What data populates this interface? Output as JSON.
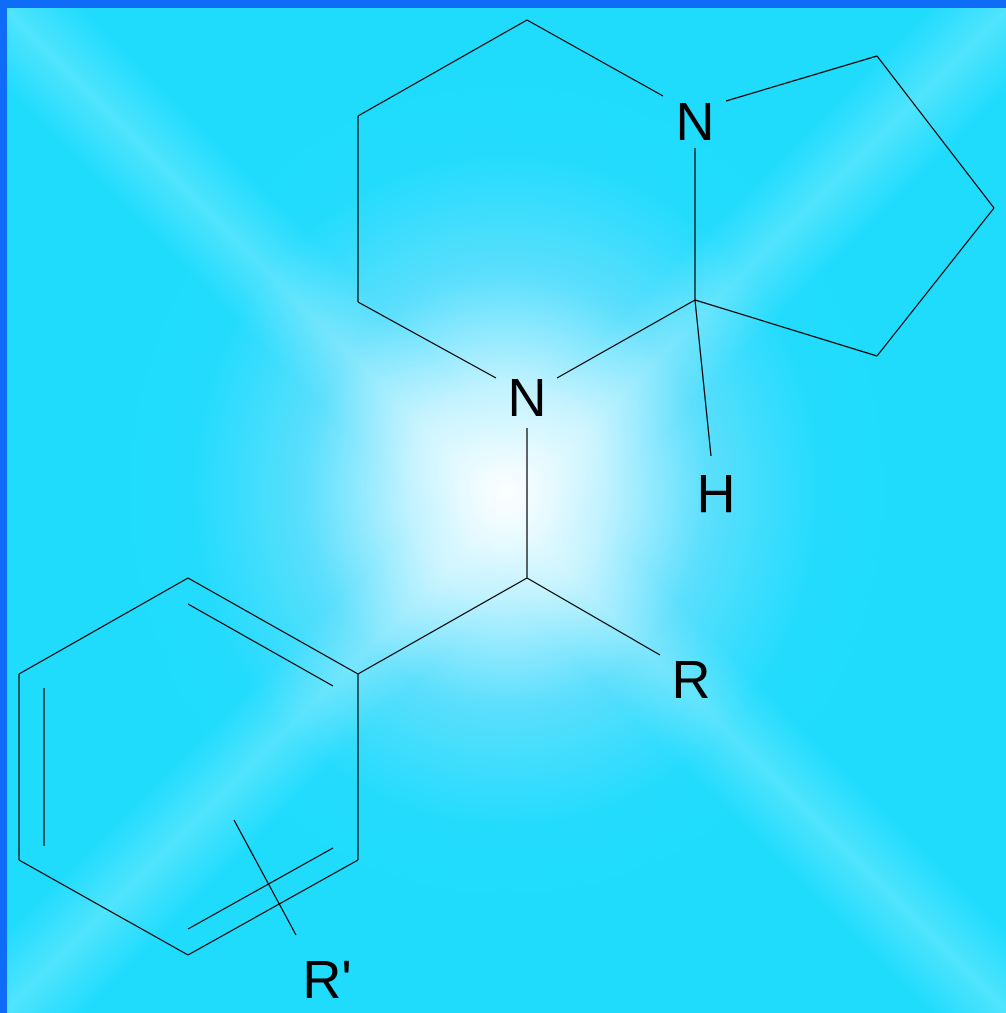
{
  "structure": {
    "atoms": {
      "n_top": "N",
      "n_mid": "N",
      "h": "H",
      "r": "R",
      "r_prime": "R'"
    },
    "colors": {
      "border": "#0f6cf6",
      "background": "#1fdcfd",
      "center_glow": "#ffffff",
      "ink": "#000000"
    }
  }
}
